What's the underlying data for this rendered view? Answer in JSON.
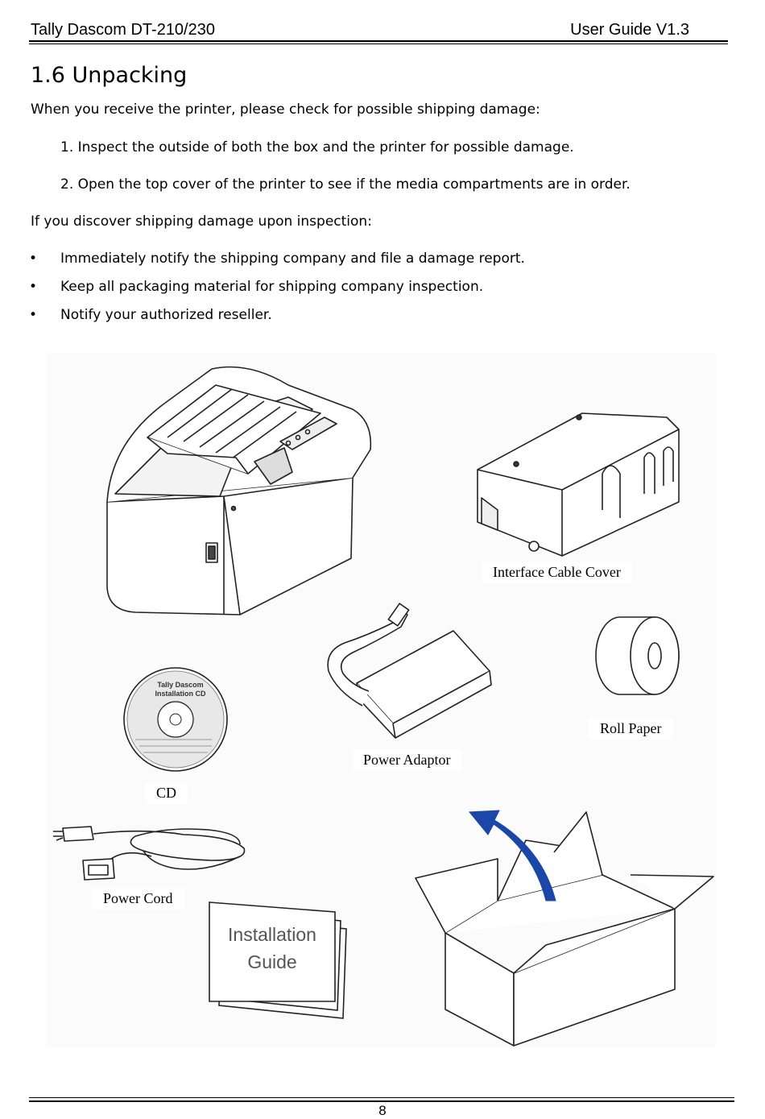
{
  "header": {
    "left": "Tally Dascom DT-210/230",
    "right": "User Guide V1.3"
  },
  "section": {
    "title": "1.6 Unpacking"
  },
  "intro": "When you receive the printer, please check for possible shipping damage:",
  "steps": [
    "1. Inspect the outside of both the box and the printer for possible damage.",
    "2. Open the top cover of the printer to see if the media compartments are in order."
  ],
  "damage_intro": "If you discover shipping damage upon inspection:",
  "bullets": [
    "Immediately notify the shipping company and file a damage report.",
    "Keep all packaging material for shipping company inspection.",
    "Notify your authorized reseller."
  ],
  "figure": {
    "captions": {
      "cable_cover": "Interface Cable Cover",
      "roll_paper": "Roll Paper",
      "power_adaptor": "Power Adaptor",
      "cd": "CD",
      "power_cord": "Power Cord"
    },
    "cd_label": {
      "line1": "Tally Dascom",
      "line2": "Installation CD"
    },
    "guide_label": {
      "line1": "Installation",
      "line2": "Guide"
    },
    "arrow_color": "#1a47a8"
  },
  "footer": {
    "page_number": "8"
  }
}
